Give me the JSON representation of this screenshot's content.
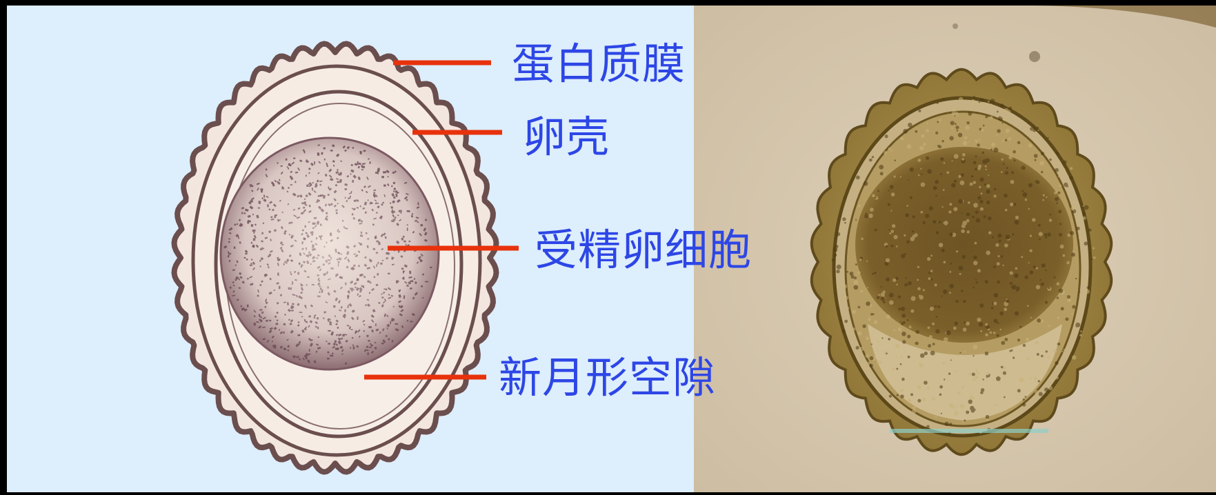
{
  "colors": {
    "background": "#000000",
    "left_panel": "#ddeefc",
    "label_text": "#2d46e6",
    "leader_line": "#e8320c",
    "egg_outline": "#6b4e4e",
    "egg_fill": "#f6ece4",
    "micrograph_bg": "#d8c9b0",
    "micrograph_egg": "#8a6a2c"
  },
  "diagram": {
    "labels": [
      {
        "id": "albumin-coat",
        "text": "蛋白质膜"
      },
      {
        "id": "egg-shell",
        "text": "卵壳"
      },
      {
        "id": "fertilized-egg-cell",
        "text": "受精卵细胞"
      },
      {
        "id": "crescent-space",
        "text": "新月形空隙"
      }
    ]
  }
}
